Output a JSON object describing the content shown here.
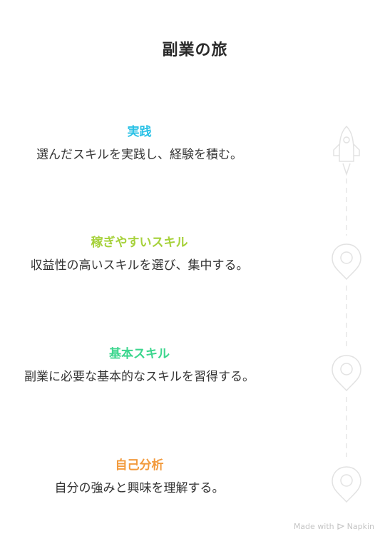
{
  "title": "副業の旅",
  "steps": [
    {
      "title": "実践",
      "description": "選んだスキルを実践し、経験を積む。",
      "color": "#29c1e6",
      "icon": "rocket-icon"
    },
    {
      "title": "稼ぎやすいスキル",
      "description": "収益性の高いスキルを選び、集中する。",
      "color": "#a6d13a",
      "icon": "map-pin-icon"
    },
    {
      "title": "基本スキル",
      "description": "副業に必要な基本的なスキルを習得する。",
      "color": "#3cd68e",
      "icon": "map-pin-icon"
    },
    {
      "title": "自己分析",
      "description": "自分の強みと興味を理解する。",
      "color": "#f29a3c",
      "icon": "map-pin-icon"
    }
  ],
  "footer": {
    "made_with": "Made with",
    "brand": "Napkin"
  }
}
